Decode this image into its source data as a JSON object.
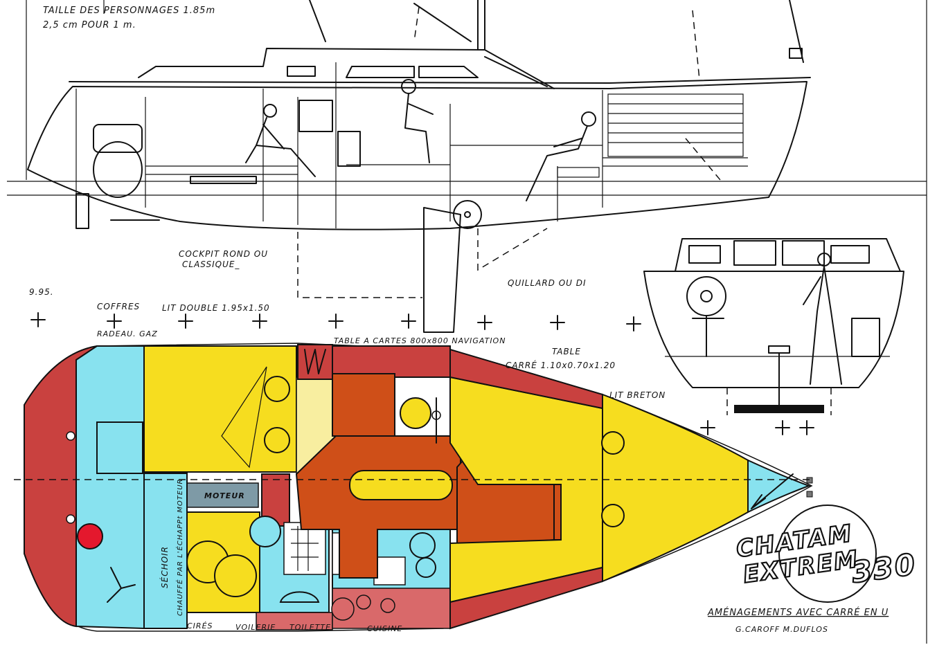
{
  "labels": {
    "scale_line1": "TAILLE DES PERSONNAGES 1.85m",
    "scale_line2": "2,5 cm POUR 1 m.",
    "cockpit_line1": "COCKPIT ROND OU",
    "cockpit_line2": "CLASSIQUE_",
    "keel_option": "QUILLARD OU DI",
    "date_code": "9.95.",
    "lockers": "COFFRES",
    "raft_gas": "RADEAU. GAZ",
    "double_bed": "LIT DOUBLE 1.95x1.50",
    "chart_table": "TABLE A CARTES 800x800  NAVIGATION",
    "table_word": "TABLE",
    "saloon_table": "CARRÉ  1.10x0.70x1.20",
    "breton_bed": "LIT BRETON",
    "engine": "MOTEUR",
    "dryer": "SÉCHOIR",
    "dryer_note": "CHAUFFÉ PAR L'ÉCHAPPt MOTEUR",
    "oilskins": "CIRÉS",
    "sail_locker": "VOILERIE",
    "toilet": "TOILETTE",
    "galley": "CUISINE",
    "logo_line1": "CHATAM",
    "logo_line2": "EXTREM",
    "logo_number": "330",
    "layout_caption": "AMÉNAGEMENTS AVEC CARRÉ EN U",
    "designers": "G.CAROFF  M.DUFLOS"
  },
  "colors": {
    "red": "#c9413f",
    "cyan": "#88e2ef",
    "yellow": "#f6dd1f",
    "orange_wood": "#cf4f18",
    "engine_grey": "#7e9aa6",
    "ink": "#111111"
  }
}
